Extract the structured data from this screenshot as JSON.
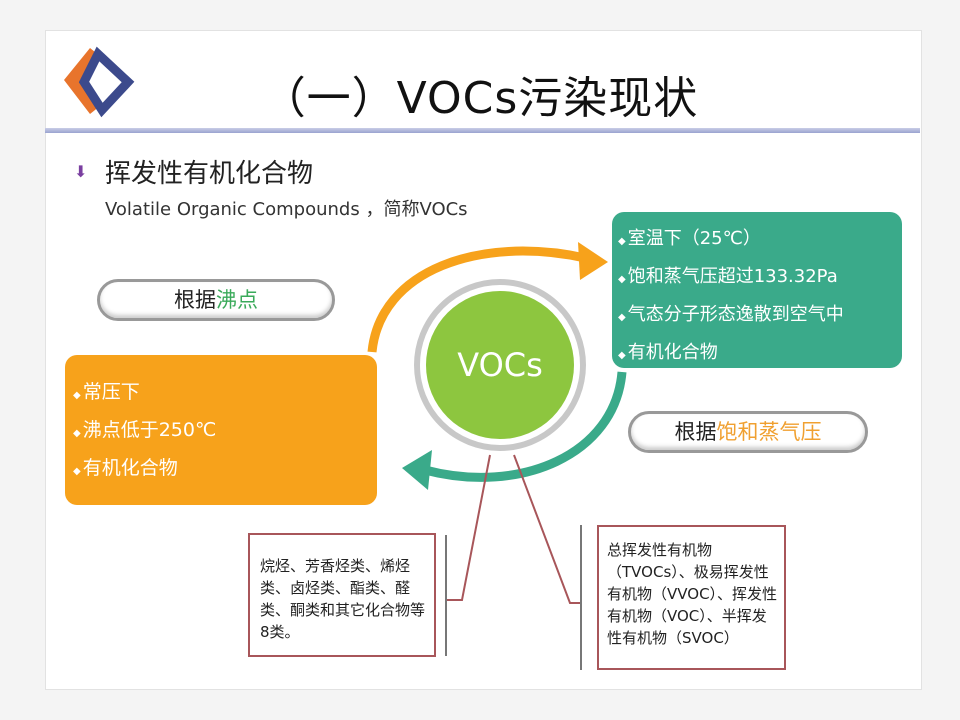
{
  "title": "（一）VOCs污染现状",
  "heading": "挥发性有机化合物",
  "subtitle": "Volatile Organic Compounds ，简称VOCs",
  "center_label": "VOCs",
  "left_pill": {
    "prefix": "根据",
    "highlight": "沸点"
  },
  "right_pill": {
    "prefix": "根据",
    "highlight": "饱和蒸气压"
  },
  "orange_box": [
    "常压下",
    "沸点低于250℃",
    "有机化合物"
  ],
  "green_box": [
    "室温下（25℃）",
    "饱和蒸气压超过133.32Pa",
    "气态分子形态逸散到空气中",
    "有机化合物"
  ],
  "left_note": "烷烃、芳香烃类、烯烃类、卤烃类、酯类、醛类、酮类和其它化合物等8类。",
  "right_note": "总挥发性有机物（TVOCs）、极易挥发性有机物（VVOC）、挥发性有机物（VOC）、半挥发性有机物（SVOC）",
  "colors": {
    "orange": "#f7a21b",
    "green": "#3aaa8a",
    "center": "#8dc63f",
    "note_border": "#a8565a"
  }
}
